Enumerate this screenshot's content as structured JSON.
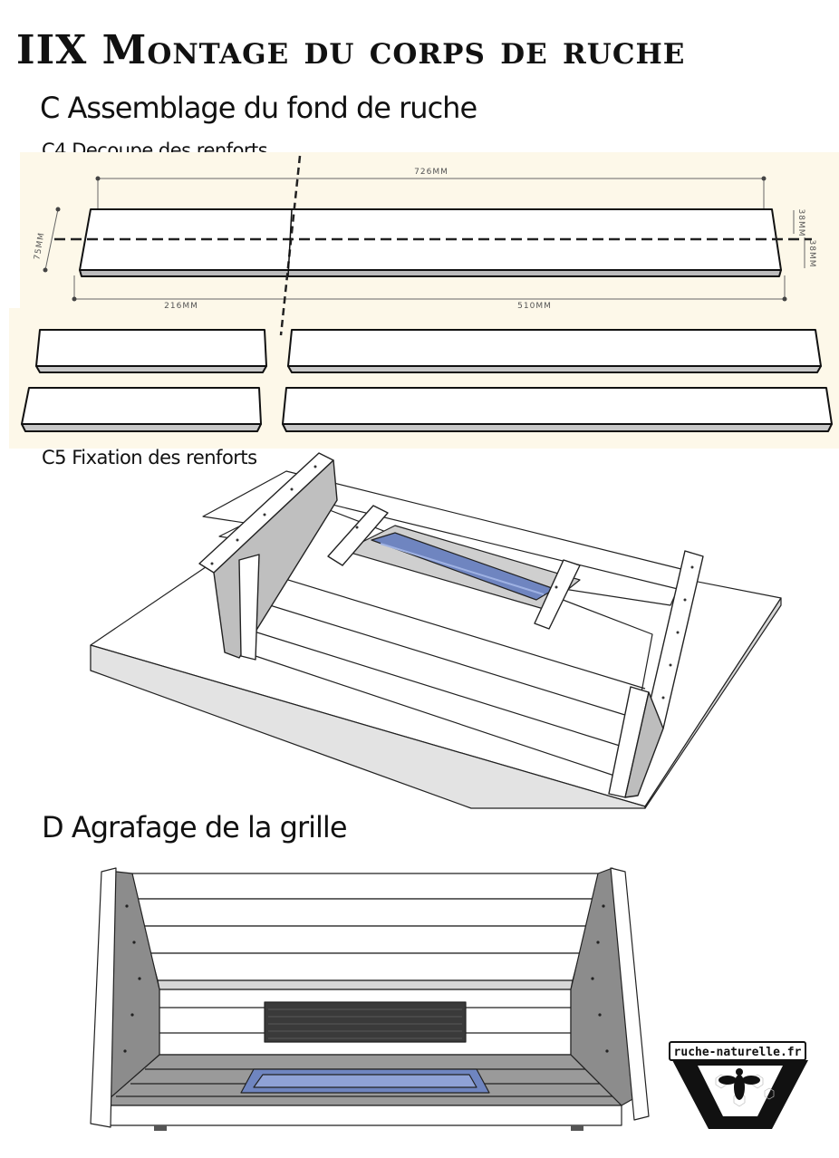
{
  "header": {
    "title": "IIX Montage du corps de ruche"
  },
  "sections": {
    "c": {
      "heading": "C  Assemblage du fond de ruche"
    },
    "c4": {
      "heading": "C4  Decoupe des renforts"
    },
    "c5": {
      "heading": "C5  Fixation des renforts"
    },
    "d": {
      "heading": "D   Agrafage de la grille"
    }
  },
  "dimensions": {
    "length": "726MM",
    "width": "75MM",
    "thickness_top": "38MM",
    "thickness_side": "38MM",
    "cut_left": "216MM",
    "cut_right": "510MM"
  },
  "logo": {
    "text": "ruche-naturelle.fr"
  },
  "colors": {
    "panel": "#fdf8e9",
    "grid_blue": "#6f85c0",
    "wood": "#ffffff",
    "shadow": "#8c8c8c"
  }
}
